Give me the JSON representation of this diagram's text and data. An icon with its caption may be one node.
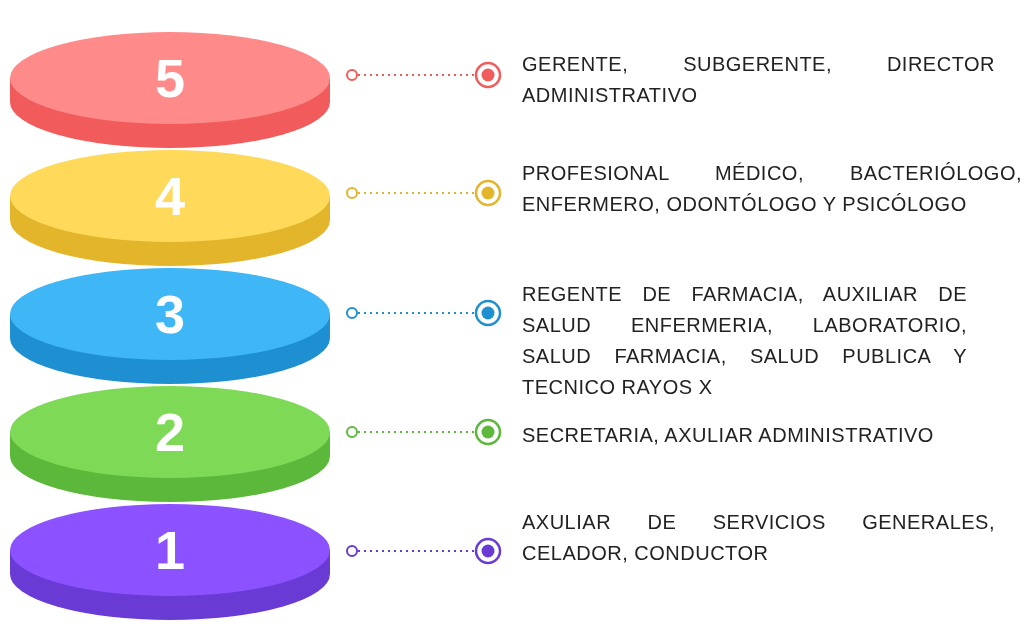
{
  "diagram": {
    "nodes": [
      {
        "text": [
          "5"
        ]
      },
      {
        "text": [
          "GERENTE, SUBGERENTE, DIRECTOR ADMINISTRATIVO"
        ]
      },
      {
        "text": [
          "4"
        ]
      },
      {
        "text": [
          "PROFESIONAL MÉDICO, BACTERIÓLOGO, ENFERMERO, ODONTÓLOGO Y PSICÓLOGO"
        ]
      },
      {
        "text": [
          "3"
        ]
      },
      {
        "text": [
          "REGENTE DE FARMACIA, AUXILIAR DE SALUD ENFERMERIA, LABORATORIO, SALUD FARMACIA, SALUD PUBLICA Y TECNICO RAYOS X"
        ]
      },
      {
        "text": [
          "2"
        ]
      },
      {
        "text": [
          "SECRETARIA, AXULIAR ADMINISTRATIVO"
        ]
      },
      {
        "text": [
          "1"
        ]
      },
      {
        "text": [
          "AXULIAR DE SERVICIOS GENERALES, CELADOR, CONDUCTOR"
        ]
      }
    ],
    "edges": [
      {
        "from": 0,
        "to": 1,
        "arrow": "other",
        "style": "dashed",
        "color": "#f25b5b"
      },
      {
        "from": 2,
        "to": 3,
        "arrow": "other",
        "style": "dashed",
        "color": "#e3b52a"
      },
      {
        "from": 4,
        "to": 5,
        "arrow": "other",
        "style": "dashed",
        "color": "#1e8fd0"
      },
      {
        "from": 6,
        "to": 7,
        "arrow": "other",
        "style": "dashed",
        "color": "#5bb83a"
      },
      {
        "from": 8,
        "to": 9,
        "arrow": "other",
        "style": "dashed",
        "color": "#6a3bd4"
      }
    ]
  }
}
